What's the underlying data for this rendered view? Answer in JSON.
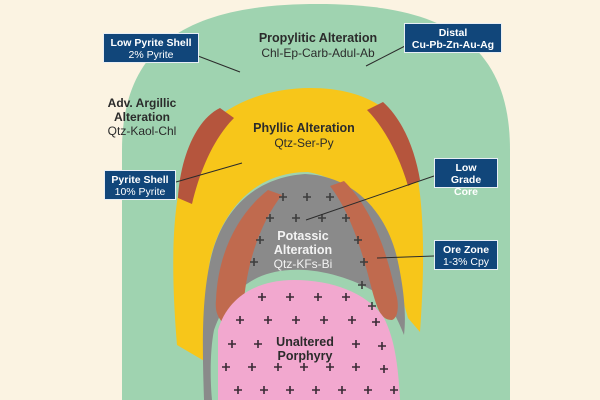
{
  "colors": {
    "background": "#fbf3e2",
    "propylitic": "#9fd3b0",
    "phyllic": "#f7c61a",
    "argillic": "#b5553d",
    "potassic": "#8a8a8a",
    "ore_zone": "#c06a4e",
    "porphyry": "#f2a8cf",
    "label_box": "#11467a"
  },
  "zones": {
    "propylitic": {
      "title": "Propylitic Alteration",
      "minerals": "Chl-Ep-Carb-Adul-Ab"
    },
    "argillic": {
      "title1": "Adv. Argillic",
      "title2": "Alteration",
      "minerals": "Qtz-Kaol-Chl"
    },
    "phyllic": {
      "title": "Phyllic Alteration",
      "minerals": "Qtz-Ser-Py"
    },
    "potassic": {
      "title1": "Potassic",
      "title2": "Alteration",
      "minerals": "Qtz-KFs-Bi"
    },
    "porphyry": {
      "title1": "Unaltered",
      "title2": "Porphyry"
    }
  },
  "callouts": {
    "low_pyrite": {
      "title": "Low Pyrite Shell",
      "sub": "2% Pyrite"
    },
    "distal": {
      "title": "Distal",
      "sub": "Cu-Pb-Zn-Au-Ag"
    },
    "pyrite_shell": {
      "title": "Pyrite Shell",
      "sub": "10% Pyrite"
    },
    "low_grade_core": {
      "title": "Low Grade",
      "sub": "Core"
    },
    "ore_zone": {
      "title": "Ore Zone",
      "sub": "1-3% Cpy"
    }
  }
}
